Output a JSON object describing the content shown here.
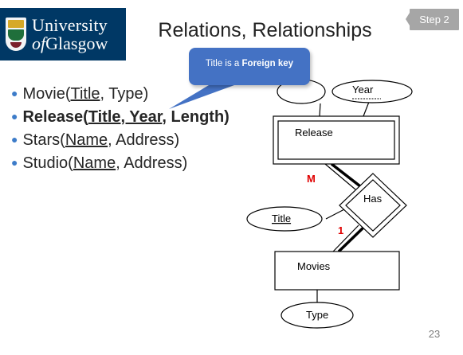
{
  "logo": {
    "line1": "University",
    "line2_of": "of",
    "line2_rest": "Glasgow"
  },
  "step_badge": "Step 2",
  "title": "Relations, Relationships",
  "callout": {
    "prefix": "Title is a ",
    "bold": "Foreign key"
  },
  "bullets": [
    {
      "pre": "Movie(",
      "key": "Title",
      "rest": ", Type)",
      "bold": false
    },
    {
      "pre": "Release(",
      "key": "Title, Year",
      "rest": ", Length)",
      "bold": true
    },
    {
      "pre": "Stars(",
      "key": "Name",
      "rest": ", Address)",
      "bold": false
    },
    {
      "pre": "Studio(",
      "key": "Name",
      "rest": ", Address)",
      "bold": false
    }
  ],
  "diagram": {
    "attr_year": "Year",
    "entity_release": "Release",
    "relationship_has": "Has",
    "attr_title": "Title",
    "entity_movies": "Movies",
    "attr_type": "Type",
    "cardinality_many": "M",
    "cardinality_one": "1",
    "cardinality_color": "#e00000"
  },
  "page_number": "23"
}
